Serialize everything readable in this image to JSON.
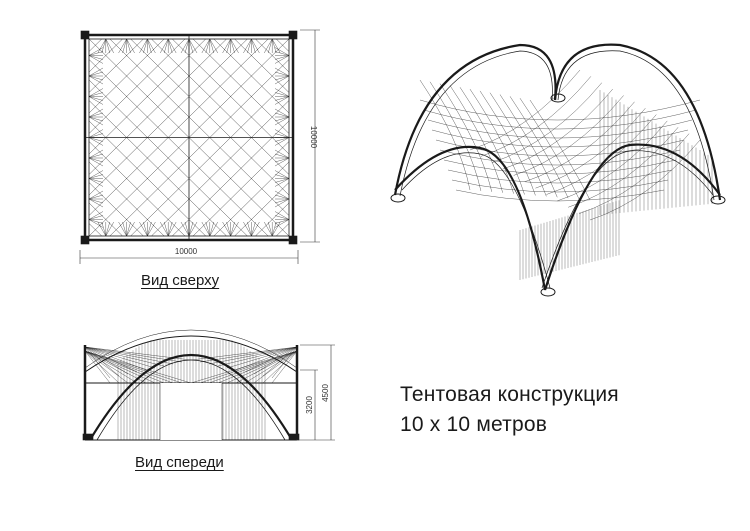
{
  "views": {
    "top": {
      "label": "Вид сверху",
      "dim_width": "10000",
      "dim_depth": "10000"
    },
    "front": {
      "label": "Вид спереди",
      "dim_inner": "3200",
      "dim_outer": "4500"
    }
  },
  "title": {
    "line1": "Тентовая конструкция",
    "line2": "10 х 10 метров"
  },
  "colors": {
    "line": "#1a1a1a",
    "background": "#ffffff"
  }
}
